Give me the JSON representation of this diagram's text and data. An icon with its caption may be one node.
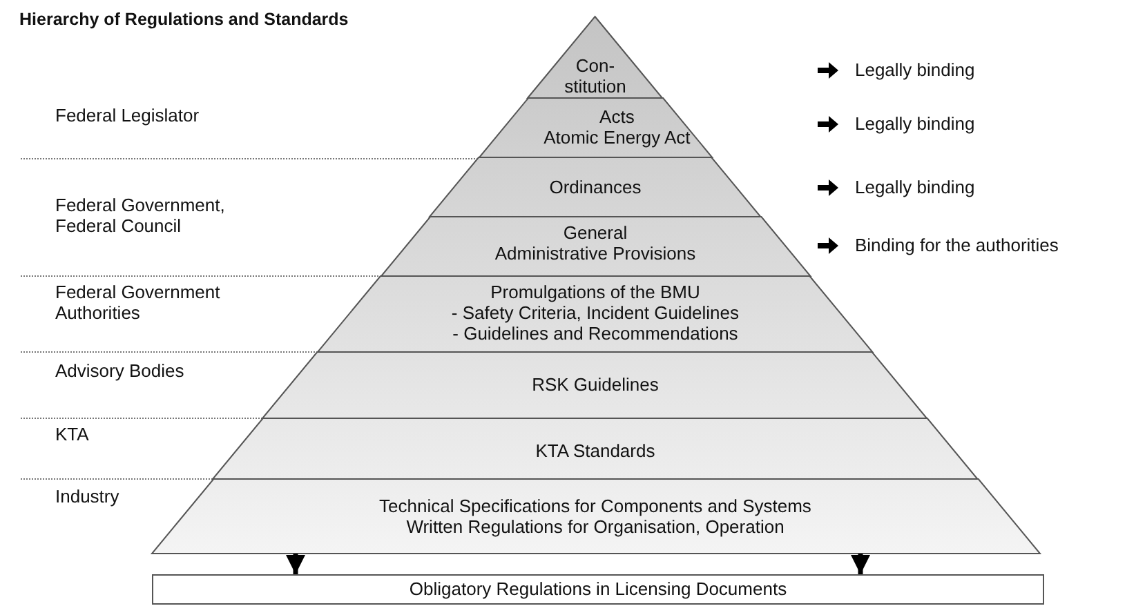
{
  "diagram": {
    "title": "Hierarchy of Regulations and Standards",
    "nodes": [
      {
        "text": [
          "Con- stitution"
        ],
        "beside": [
          "Legally binding"
        ]
      },
      {
        "text": [
          "Acts",
          "Atomic Energy Act"
        ],
        "beside": [
          "Legally binding"
        ]
      },
      {
        "text": [
          "Ordinances"
        ],
        "beside": [
          "Legally binding"
        ]
      },
      {
        "text": [
          "General Administrative Provisions"
        ],
        "beside": [
          "Binding for the authorities"
        ]
      },
      {
        "text": [
          "Promulgations of the BMU",
          "- Safety Criteria, Incident Guidelines",
          "- Guidelines and Recommendations"
        ]
      },
      {
        "text": [
          "RSK Guidelines"
        ]
      },
      {
        "text": [
          "KTA Standards"
        ]
      },
      {
        "text": [
          "Technical Specifications for Components and Systems",
          "Written Regulations for Organisation, Operation"
        ]
      },
      {
        "text": [
          "Obligatory Regulations in Licensing Documents"
        ]
      }
    ],
    "edges": [
      {
        "from": 7,
        "to": 8,
        "arrow": "to"
      },
      {
        "from": 7,
        "to": 8,
        "arrow": "to"
      }
    ],
    "labels": [
      "Federal Legislator",
      "Federal Government, Federal Council",
      "Federal Government Authorities",
      "Advisory Bodies",
      "KTA",
      "Industry"
    ]
  }
}
